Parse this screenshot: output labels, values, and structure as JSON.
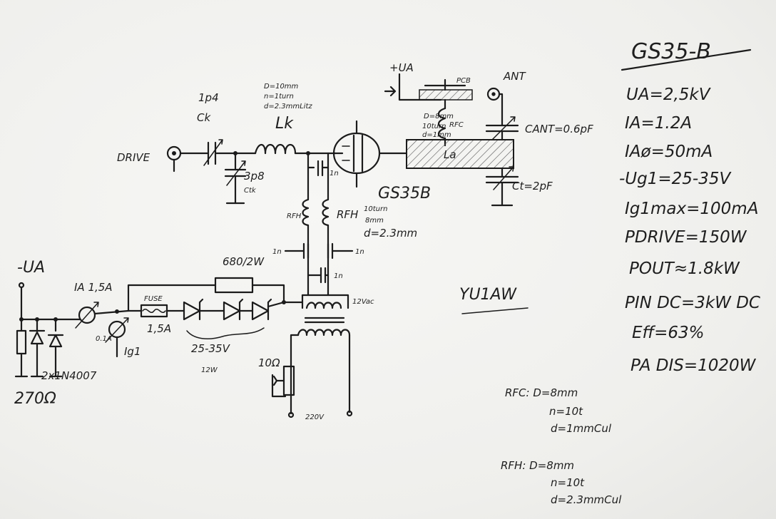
{
  "title": "GS35-B",
  "specs": [
    "UA=2,5kV",
    "IA=1.2A",
    "IAø=50mA",
    "-Ug1=25-35V",
    "Ig1max=100mA",
    "PDRIVE=150W",
    "POUT≈1.8kW",
    "PIN DC=3kW DC",
    "Eff=63%",
    "PA DIS=1020W"
  ],
  "author": "YU1AW",
  "input": {
    "drive": "DRIVE",
    "ck_value": "1p4",
    "ck_label": "Ck",
    "ctk_value": "3p8",
    "ctk_label": "Ctk",
    "lk_spec_d": "D=10mm",
    "lk_spec_n": "n=1turn",
    "lk_spec_wire": "d=2.3mmLitz",
    "lk_label": "Lk"
  },
  "tube": {
    "label": "GS35B",
    "cap_label": "1n"
  },
  "output": {
    "plus_ua": "+UA",
    "pcb": "PCB",
    "rfc_spec_d": "D=8mm",
    "rfc_spec_n": "10turn",
    "rfc_spec_wire": "d=1mm",
    "rfc_label": "RFC",
    "ant": "ANT",
    "la": "La",
    "cant": "CANT=0.6pF",
    "ct": "Ct=2pF"
  },
  "grid": {
    "rfh_left": "RFH",
    "rfh_right": "RFH",
    "rfh_spec_n": "10turn",
    "rfh_spec_d": "8mm",
    "rfh_spec_wire": "d=2.3mm",
    "bypass_left": "1n",
    "bypass_right": "1n",
    "bypass_lower": "1n",
    "resistor": "680/2W",
    "transformer_sec": "12Vac",
    "transformer_pri": "220V",
    "pot": "10Ω"
  },
  "supply": {
    "minus_ua": "-UA",
    "ia_meter": "IA 1,5A",
    "fuse": "FUSE",
    "fuse_rating": "1,5A",
    "zener_range": "25-35V",
    "zener_power": "12W",
    "ig_meter_range": "0.1A",
    "ig_label": "Ig1",
    "diodes": "2x1N4007",
    "shunt": "270Ω"
  },
  "notes": {
    "rfc": [
      "RFC: D=8mm",
      "n=10t",
      "d=1mmCul"
    ],
    "rfh": [
      "RFH: D=8mm",
      "n=10t",
      "d=2.3mmCul"
    ]
  }
}
